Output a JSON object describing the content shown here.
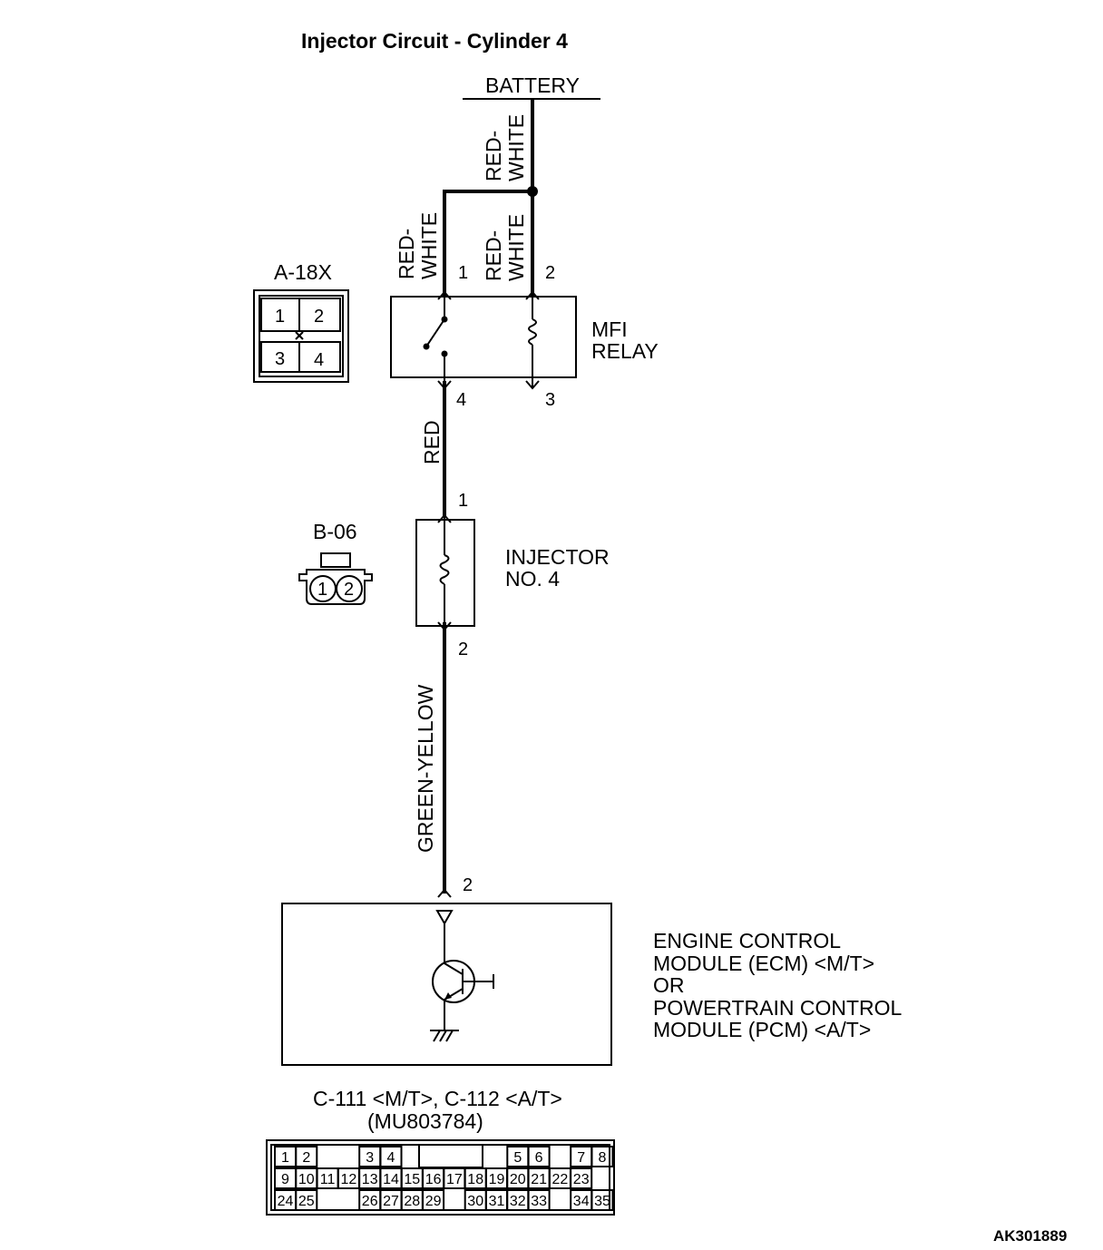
{
  "title": "Injector Circuit - Cylinder 4",
  "battery_label": "BATTERY",
  "wires": {
    "battery_main": [
      "RED-",
      "WHITE"
    ],
    "relay_pin1": [
      "RED-",
      "WHITE"
    ],
    "relay_pin2": [
      "RED-",
      "WHITE"
    ],
    "relay_to_injector": "RED",
    "injector_to_ecm": "GREEN-YELLOW"
  },
  "relay": {
    "name_line1": "MFI",
    "name_line2": "RELAY",
    "pin1": "1",
    "pin2": "2",
    "pin3": "3",
    "pin4": "4"
  },
  "relay_connector": {
    "ref": "A-18X",
    "cells": [
      "1",
      "2",
      "3",
      "4"
    ]
  },
  "injector": {
    "name_line1": "INJECTOR",
    "name_line2": "NO. 4",
    "pin_top": "1",
    "pin_bottom": "2"
  },
  "injector_connector": {
    "ref": "B-06",
    "cells": [
      "1",
      "2"
    ]
  },
  "ecm": {
    "pin": "2",
    "lines": [
      "ENGINE CONTROL",
      "MODULE (ECM) <M/T>",
      "OR",
      "POWERTRAIN CONTROL",
      "MODULE (PCM) <A/T>"
    ]
  },
  "ecm_connector": {
    "ref_line1": "C-111 <M/T>, C-112 <A/T>",
    "ref_line2": "(MU803784)",
    "row1": [
      "1",
      "2",
      "3",
      "4",
      "5",
      "6",
      "7",
      "8"
    ],
    "row2": [
      "9",
      "10",
      "11",
      "12",
      "13",
      "14",
      "15",
      "16",
      "17",
      "18",
      "19",
      "20",
      "21",
      "22",
      "23"
    ],
    "row3": [
      "24",
      "25",
      "26",
      "27",
      "28",
      "29",
      "30",
      "31",
      "32",
      "33",
      "34",
      "35"
    ]
  },
  "figure_id": "AK301889"
}
